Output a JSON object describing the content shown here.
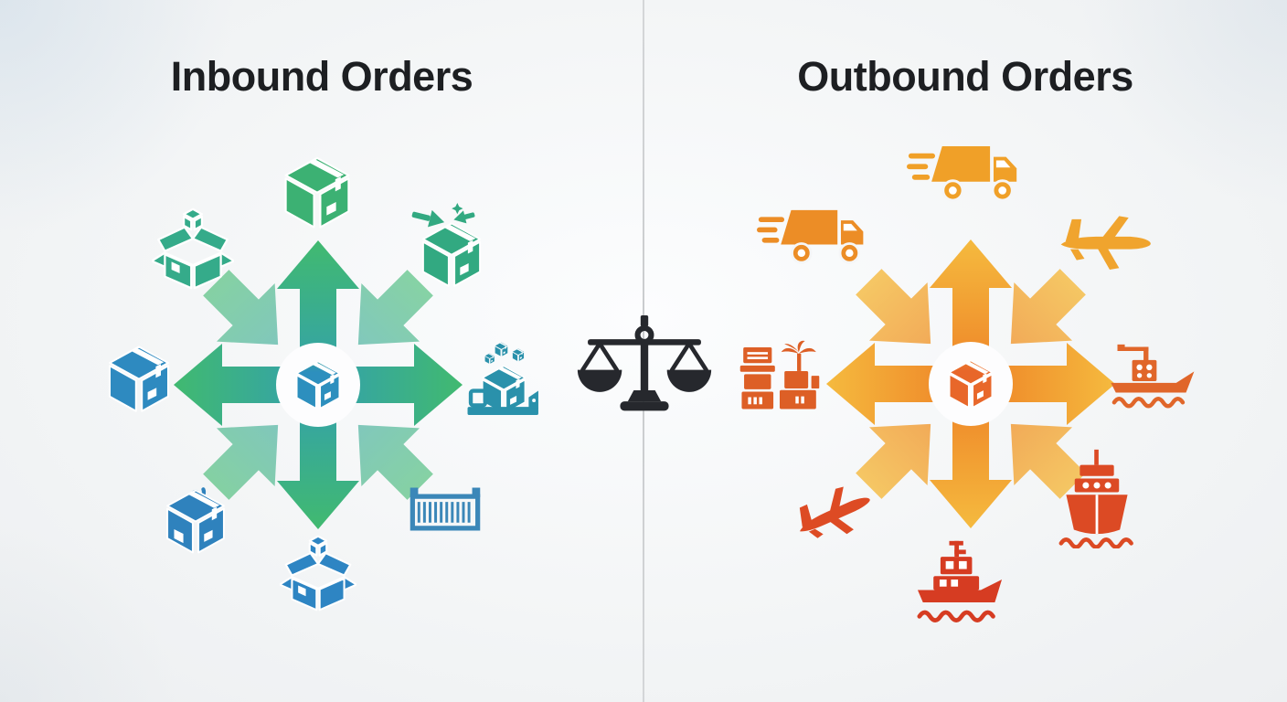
{
  "diagram": {
    "background": "#f2f4f5",
    "divider_color": "#d7d9db",
    "title_color": "#1d1f22",
    "left_panel": {
      "title": "Inbound Orders",
      "hub_icon": "package-box",
      "palette": {
        "top": "#41ba6f",
        "middle": "#33a0ae",
        "bottom": "#2f80c8"
      },
      "satellite_icons": [
        {
          "name": "open-box-with-parcel",
          "position": "top-left"
        },
        {
          "name": "sealed-box-green",
          "position": "top-center"
        },
        {
          "name": "box-with-incoming-arrows",
          "position": "top-right"
        },
        {
          "name": "sealed-box-blue",
          "position": "middle-left"
        },
        {
          "name": "pallet-box-with-cubes",
          "position": "middle-right"
        },
        {
          "name": "crate-with-packing-material",
          "position": "bottom-left"
        },
        {
          "name": "open-box-with-parcel-blue",
          "position": "bottom-center"
        },
        {
          "name": "shipping-container",
          "position": "bottom-right"
        }
      ]
    },
    "right_panel": {
      "title": "Outbound Orders",
      "hub_icon": "package-box",
      "palette": {
        "top": "#f5bb3f",
        "middle": "#ee8126",
        "bottom": "#da4521"
      },
      "satellite_icons": [
        {
          "name": "fast-delivery-truck",
          "position": "top-left"
        },
        {
          "name": "fast-delivery-truck",
          "position": "top-center"
        },
        {
          "name": "cargo-airplane",
          "position": "top-right"
        },
        {
          "name": "stacked-cargo-crates",
          "position": "middle-left"
        },
        {
          "name": "cargo-boat-with-crane",
          "position": "middle-right"
        },
        {
          "name": "cargo-airplane-ascending",
          "position": "bottom-left"
        },
        {
          "name": "tugboat",
          "position": "bottom-center"
        },
        {
          "name": "cargo-ship-front-view",
          "position": "bottom-right"
        }
      ]
    },
    "center": {
      "icon": "balance-scale",
      "color": "#26282d"
    }
  }
}
